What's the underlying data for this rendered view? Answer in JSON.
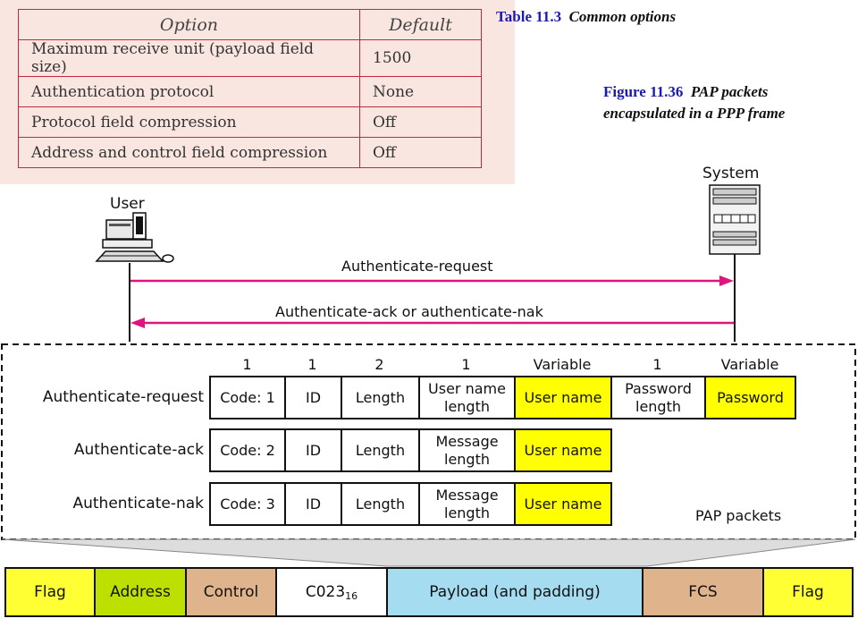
{
  "table": {
    "caption_label": "Table 11.3",
    "caption_title": "Common options",
    "headers": [
      "Option",
      "Default"
    ],
    "rows": [
      [
        "Maximum receive unit (payload field size)",
        "1500"
      ],
      [
        "Authentication protocol",
        "None"
      ],
      [
        "Protocol field compression",
        "Off"
      ],
      [
        "Address and control field compression",
        "Off"
      ]
    ]
  },
  "figure": {
    "caption_label": "Figure 11.36",
    "caption_title_line1": "PAP packets",
    "caption_title_line2": "encapsulated in a PPP frame"
  },
  "actors": {
    "user": "User",
    "system": "System"
  },
  "messages": {
    "request": "Authenticate-request",
    "response": "Authenticate-ack or authenticate-nak"
  },
  "pap": {
    "box_label": "PAP packets",
    "sizes": [
      "1",
      "1",
      "2",
      "1",
      "Variable",
      "1",
      "Variable"
    ],
    "rows": [
      {
        "label": "Authenticate-request",
        "fields": [
          "Code: 1",
          "ID",
          "Length",
          "User name length",
          "User name",
          "Password length",
          "Password"
        ]
      },
      {
        "label": "Authenticate-ack",
        "fields": [
          "Code: 2",
          "ID",
          "Length",
          "Message length",
          "User name"
        ]
      },
      {
        "label": "Authenticate-nak",
        "fields": [
          "Code: 3",
          "ID",
          "Length",
          "Message length",
          "User name"
        ]
      }
    ]
  },
  "frame": {
    "fields": [
      "Flag",
      "Address",
      "Control",
      "C023",
      "Payload (and padding)",
      "FCS",
      "Flag"
    ],
    "protocol_subscript": "16"
  },
  "colors": {
    "arrow": "#e0137f",
    "highlight": "#ffff00",
    "flag": "#ffff33",
    "address": "#bde000",
    "control": "#dfb38c",
    "payload": "#a6dcef",
    "table_bg": "#fae6e1",
    "table_border": "#c0283c",
    "caption": "#1b1bb0"
  }
}
